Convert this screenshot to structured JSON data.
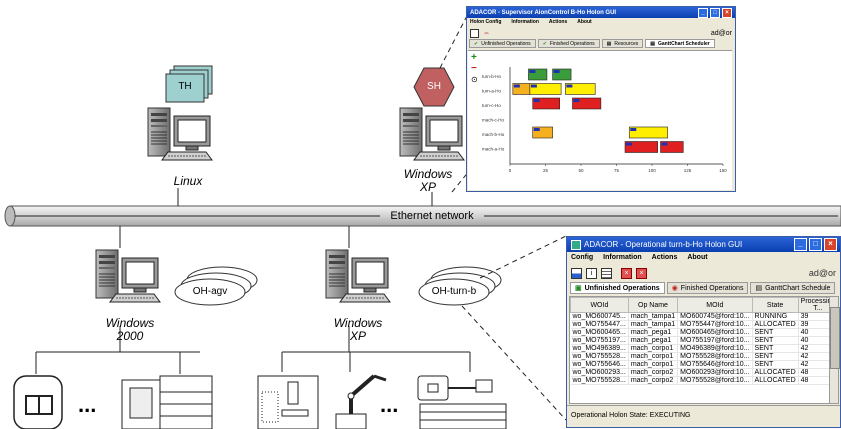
{
  "network": {
    "label": "Ethernet network"
  },
  "nodes": {
    "linux": {
      "os": "Linux",
      "holon": "TH"
    },
    "winxp_top": {
      "os": "Windows XP",
      "os_line1": "Windows",
      "os_line2": "XP",
      "holon": "SH"
    },
    "win2000": {
      "os_line1": "Windows",
      "os_line2": "2000",
      "holon": "OH-agv"
    },
    "winxp_bottom": {
      "os_line1": "Windows",
      "os_line2": "XP",
      "holon": "OH-turn-b"
    }
  },
  "ellipsis": "...",
  "colors": {
    "network_pipe": "#d9d9d9",
    "th_box": "#9fd0d0",
    "sh_hex": "#c06060",
    "bar_green": "#3b9c3b",
    "bar_yellow": "#ffee00",
    "bar_red": "#e02020",
    "bar_orange": "#f5b020",
    "window_title": "#0a3fb0"
  },
  "supervisor_window": {
    "title": "ADACOR - Supervisor AionControl B-Ho Holon GUI",
    "menu": [
      "Holon Config",
      "Information",
      "Actions",
      "About"
    ],
    "brand": "ad@or",
    "tabs": [
      "Unfinished Operations",
      "Finished Operations",
      "Resources",
      "GanttChart Scheduler"
    ],
    "side_icons": [
      "+",
      "−",
      "⊙"
    ]
  },
  "gantt": {
    "rows": [
      "turn-b-Ho",
      "turn-a-Ho",
      "turn-c-Ho",
      "mach-c-Ho",
      "mach-b-Ho",
      "mach-a-Ho"
    ],
    "x_ticks": [
      "0",
      "25",
      "50",
      "75",
      "100",
      "125",
      "150"
    ],
    "xlim": [
      0,
      150
    ],
    "bars": [
      {
        "row": 0,
        "start": 13,
        "end": 26,
        "color": "#3b9c3b"
      },
      {
        "row": 0,
        "start": 30,
        "end": 43,
        "color": "#3b9c3b"
      },
      {
        "row": 1,
        "start": 2,
        "end": 14,
        "color": "#f5b020"
      },
      {
        "row": 1,
        "start": 14,
        "end": 36,
        "color": "#ffee00"
      },
      {
        "row": 1,
        "start": 39,
        "end": 60,
        "color": "#ffee00"
      },
      {
        "row": 2,
        "start": 16,
        "end": 35,
        "color": "#e02020"
      },
      {
        "row": 2,
        "start": 44,
        "end": 64,
        "color": "#e02020"
      },
      {
        "row": 4,
        "start": 16,
        "end": 30,
        "color": "#f5b020"
      },
      {
        "row": 4,
        "start": 84,
        "end": 111,
        "color": "#ffee00"
      },
      {
        "row": 5,
        "start": 81,
        "end": 104,
        "color": "#e02020"
      },
      {
        "row": 5,
        "start": 106,
        "end": 122,
        "color": "#e02020"
      }
    ]
  },
  "operational_window": {
    "title": "ADACOR - Operational turn-b-Ho Holon GUI",
    "menu": [
      "Config",
      "Information",
      "Actions",
      "About"
    ],
    "brand": "ad@or",
    "tabs": [
      "Unfinished Operations",
      "Finished Operations",
      "GanttChart Schedule"
    ],
    "columns": [
      "WOId",
      "Op Name",
      "MOId",
      "State",
      "Processing T..."
    ],
    "rows": [
      [
        "wo_MO600745...",
        "mach_tampa1",
        "MO600745@ford:10...",
        "RUNNING",
        "39"
      ],
      [
        "wo_MO755447...",
        "mach_tampa1",
        "MO755447@ford:10...",
        "ALLOCATED",
        "39"
      ],
      [
        "wo_MO600465...",
        "mach_pega1",
        "MO600465@ford:10...",
        "SENT",
        "40"
      ],
      [
        "wo_MO755197...",
        "mach_pega1",
        "MO755197@ford:10...",
        "SENT",
        "40"
      ],
      [
        "wo_MO496389...",
        "mach_corpo1",
        "MO496389@ford:10...",
        "SENT",
        "42"
      ],
      [
        "wo_MO755528...",
        "mach_corpo1",
        "MO755528@ford:10...",
        "SENT",
        "42"
      ],
      [
        "wo_MO755646...",
        "mach_corpo1",
        "MO755646@ford:10...",
        "SENT",
        "42"
      ],
      [
        "wo_MO600293...",
        "mach_corpo2",
        "MO600293@ford:10...",
        "ALLOCATED",
        "48"
      ],
      [
        "wo_MO755528...",
        "mach_corpo2",
        "MO755528@ford:10...",
        "ALLOCATED",
        "48"
      ]
    ],
    "status": "Operational Holon State: EXECUTING"
  }
}
